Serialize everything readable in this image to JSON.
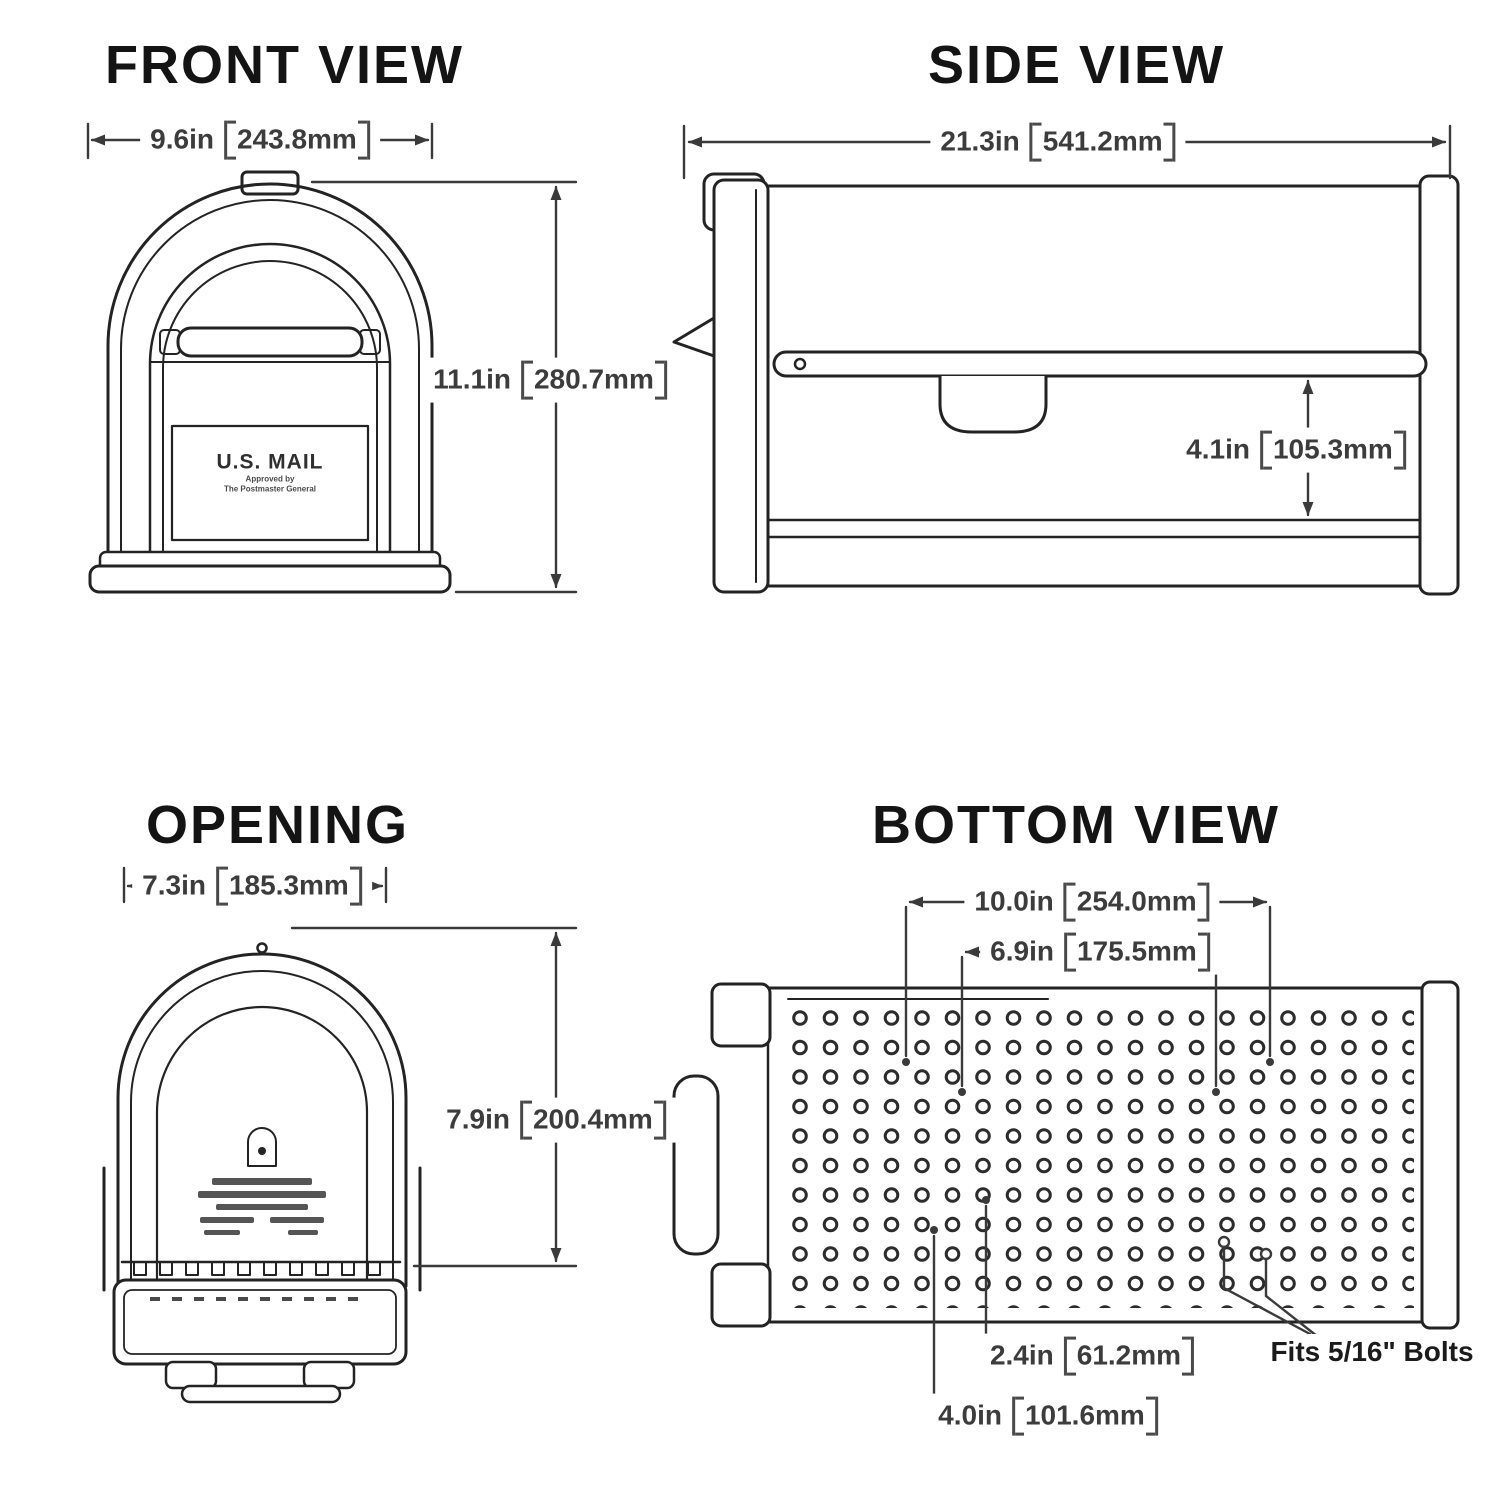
{
  "diagram": {
    "front": {
      "title": "FRONT VIEW",
      "width_in": "9.6in",
      "width_mm": "243.8mm",
      "height_in": "11.1in",
      "height_mm": "280.7mm",
      "plate_title": "U.S. MAIL",
      "plate_sub1": "Approved by",
      "plate_sub2": "The Postmaster General"
    },
    "side": {
      "title": "SIDE VIEW",
      "length_in": "21.3in",
      "length_mm": "541.2mm",
      "height_in": "4.1in",
      "height_mm": "105.3mm"
    },
    "opening": {
      "title": "OPENING",
      "width_in": "7.3in",
      "width_mm": "185.3mm",
      "height_in": "7.9in",
      "height_mm": "200.4mm"
    },
    "bottom": {
      "title": "BOTTOM VIEW",
      "dim1_in": "10.0in",
      "dim1_mm": "254.0mm",
      "dim2_in": "6.9in",
      "dim2_mm": "175.5mm",
      "dim3_in": "2.4in",
      "dim3_mm": "61.2mm",
      "dim4_in": "4.0in",
      "dim4_mm": "101.6mm",
      "bolt_note": "Fits 5/16\" Bolts"
    },
    "line_color": "#232323",
    "dim_color": "#3a3a3a"
  }
}
